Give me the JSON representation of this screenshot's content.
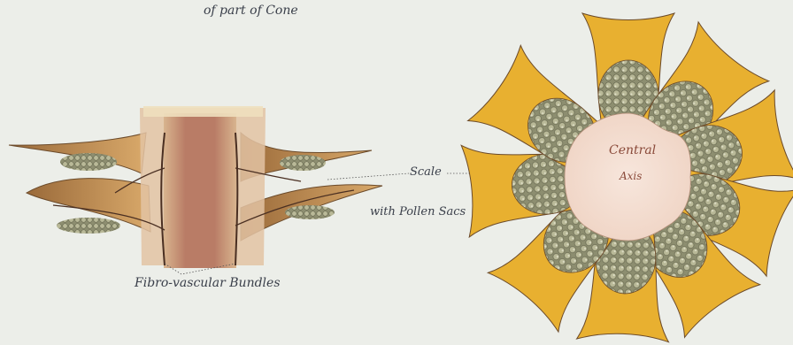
{
  "labels": {
    "title": "of part of Cone",
    "scale": "Scale",
    "pollen_sacs": "with Pollen Sacs",
    "bundles": "Fibro-vascular Bundles",
    "central": "Central",
    "axis": "Axis"
  },
  "colors": {
    "paper": "#eceee9",
    "axis_tissue": "#f2ddd0",
    "scale_yellow": "#e8b030",
    "pollen": "#a9a98a",
    "stem": "#c48a6e",
    "ink": "#3a3f4a"
  }
}
